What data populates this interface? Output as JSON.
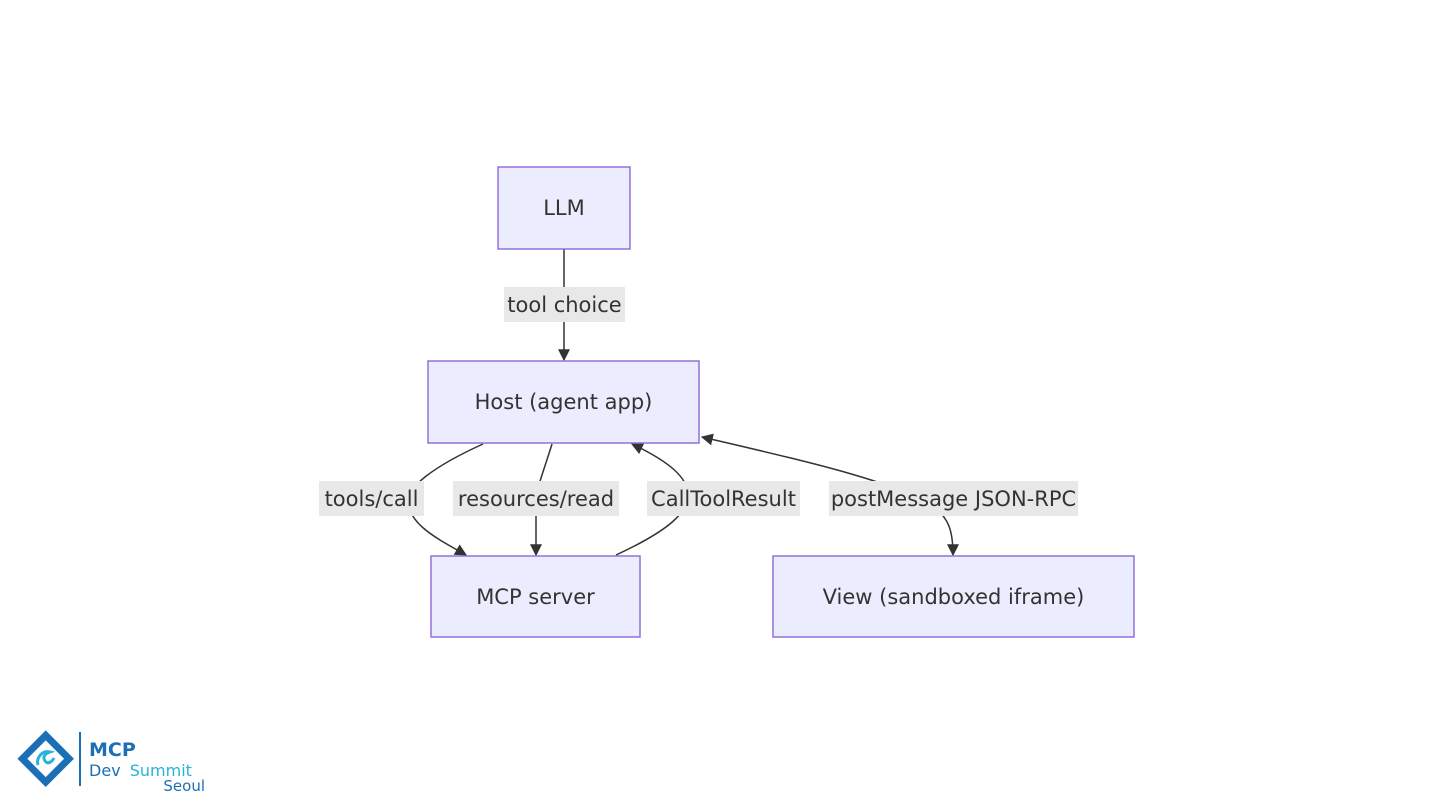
{
  "diagram": {
    "nodes": {
      "llm": "LLM",
      "host": "Host (agent app)",
      "mcp_server": "MCP server",
      "view": "View (sandboxed iframe)"
    },
    "edges": {
      "llm_to_host": "tool choice",
      "host_to_server_call": "tools/call",
      "host_to_server_read": "resources/read",
      "server_to_host": "CallToolResult",
      "host_view": "postMessage JSON-RPC"
    },
    "colors": {
      "node_fill": "#ececff",
      "node_stroke": "#9370db",
      "edge": "#333333",
      "label_bg": "#e8e8e8"
    }
  },
  "logo": {
    "line1": "MCP",
    "line2a": "Dev",
    "line2b": "Summit",
    "line3": "Seoul",
    "colors": {
      "primary": "#1b6fb5",
      "accent": "#27b3d9"
    }
  }
}
